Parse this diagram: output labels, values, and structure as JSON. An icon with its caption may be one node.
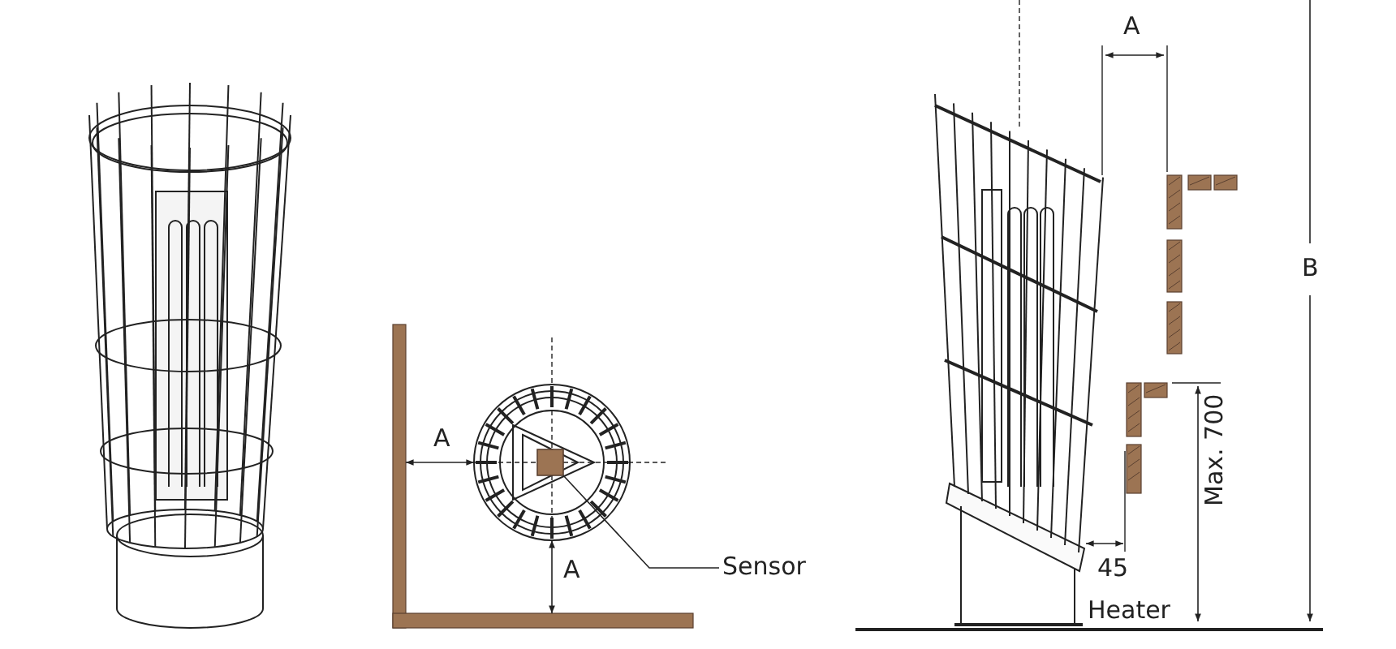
{
  "diagram": {
    "nodes": [
      {
        "text": [
          "Sensor"
        ]
      },
      {
        "text": [],
        "shape": "box"
      }
    ],
    "edges": [
      {
        "from": 0,
        "to": 1,
        "arrow": "none"
      }
    ],
    "labels": [
      "A",
      "B",
      "A",
      "A",
      "Max. 700",
      "45",
      "Heater"
    ]
  }
}
